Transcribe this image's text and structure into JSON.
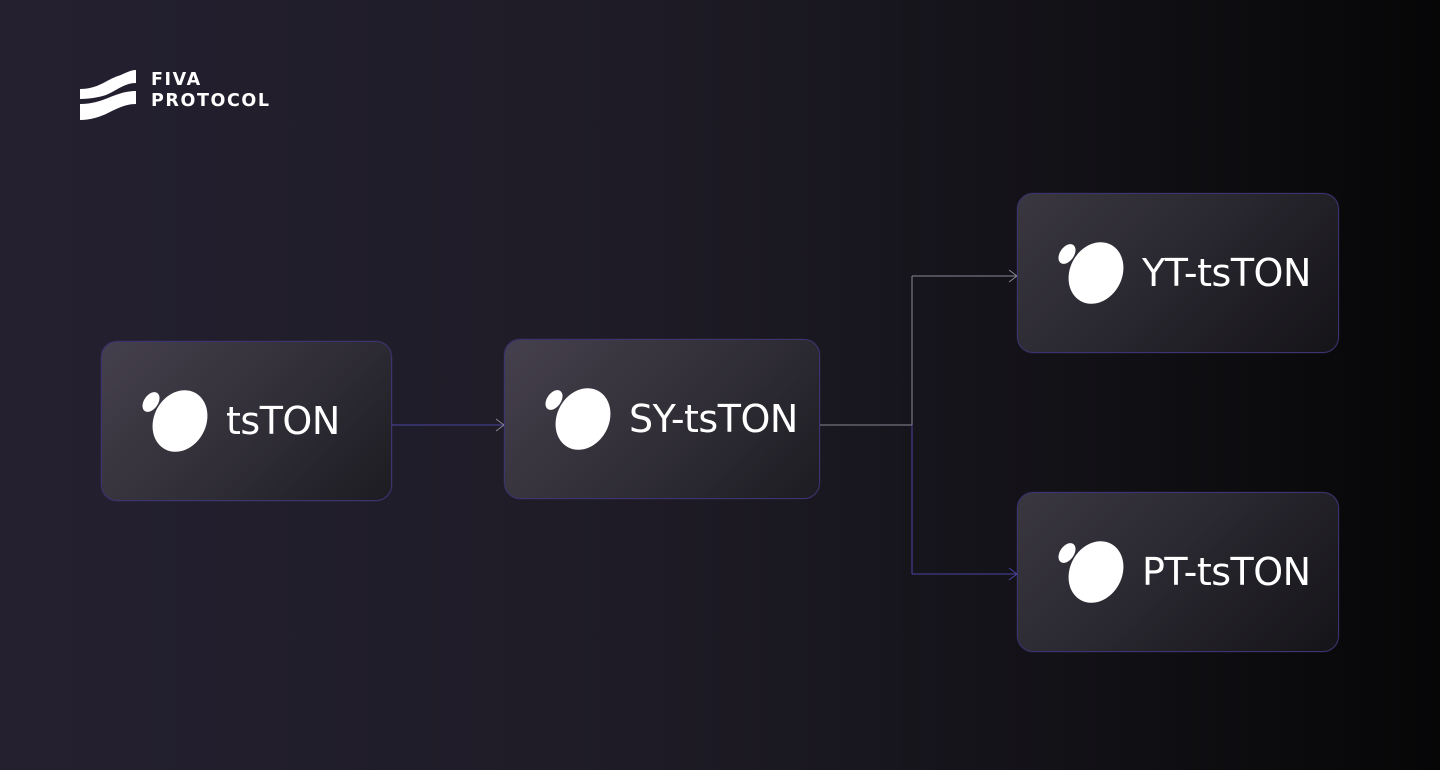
{
  "brand": {
    "line1": "FIVA",
    "line2": "PROTOCOL"
  },
  "nodes": {
    "source": {
      "label": "tsTON",
      "icon": "tonstakers-icon"
    },
    "standardized": {
      "label": "SY-tsTON",
      "icon": "tonstakers-icon"
    },
    "yield_token": {
      "label": "YT-tsTON",
      "icon": "tonstakers-icon"
    },
    "principal_token": {
      "label": "PT-tsTON",
      "icon": "tonstakers-icon"
    }
  },
  "colors": {
    "node_border": "#3a3470",
    "connector_light": "#8a8795",
    "connector_accent": "#4a44a0",
    "background_left": "#242030",
    "background_right": "#060607"
  }
}
